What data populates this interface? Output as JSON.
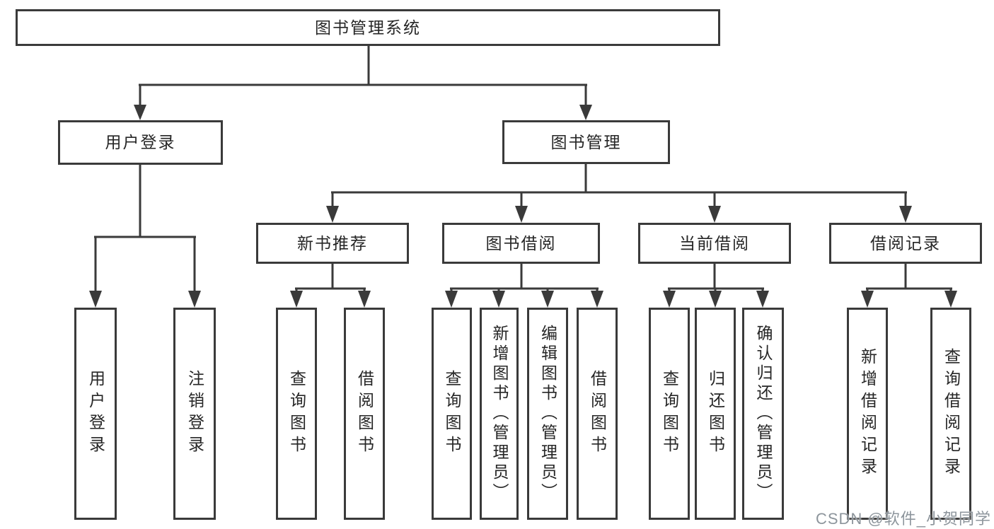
{
  "colors": {
    "line": "#3a3a3a",
    "border": "#3a3a3a",
    "text": "#262626",
    "bg": "#ffffff",
    "watermark": "#8d959c"
  },
  "diagram": {
    "root": {
      "label": "图书管理系统"
    },
    "children": [
      {
        "label": "用户登录",
        "children": [
          {
            "label": "用户登录"
          },
          {
            "label": "注销登录"
          }
        ]
      },
      {
        "label": "图书管理",
        "children": [
          {
            "label": "新书推荐",
            "children": [
              {
                "label": "查询图书"
              },
              {
                "label": "借阅图书"
              }
            ]
          },
          {
            "label": "图书借阅",
            "children": [
              {
                "label": "查询图书"
              },
              {
                "label": "新增图书（管理员）"
              },
              {
                "label": "编辑图书（管理员）"
              },
              {
                "label": "借阅图书"
              }
            ]
          },
          {
            "label": "当前借阅",
            "children": [
              {
                "label": "查询图书"
              },
              {
                "label": "归还图书"
              },
              {
                "label": "确认归还（管理员）"
              }
            ]
          },
          {
            "label": "借阅记录",
            "children": [
              {
                "label": "新增借阅记录"
              },
              {
                "label": "查询借阅记录"
              }
            ]
          }
        ]
      }
    ]
  },
  "watermark": {
    "text": "CSDN @软件_小贺同学"
  }
}
